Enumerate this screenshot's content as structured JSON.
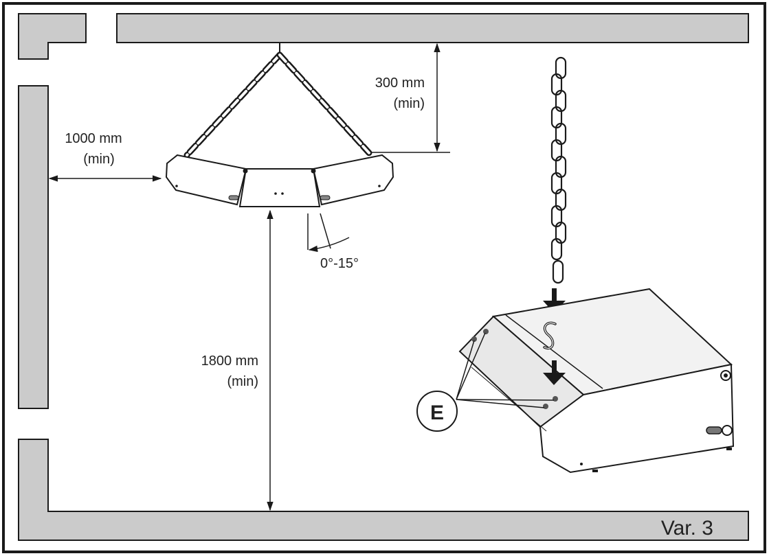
{
  "dimensions": {
    "top_clearance": "300 mm",
    "top_clearance_note": "(min)",
    "wall_clearance": "1000 mm",
    "wall_clearance_note": "(min)",
    "floor_clearance": "1800 mm",
    "floor_clearance_note": "(min)",
    "tilt_range": "0°-15°"
  },
  "callout_label": "E",
  "variant_label": "Var. 3",
  "icons": {
    "hook": "s-hook-icon",
    "arrow": "arrow-down-icon"
  },
  "colors": {
    "wall_fill": "#cbcbcb",
    "wall_stroke": "#1a1a1a",
    "heater_fill": "#e6e6e6",
    "frame": "#1a1a1a",
    "background": "#ffffff"
  }
}
